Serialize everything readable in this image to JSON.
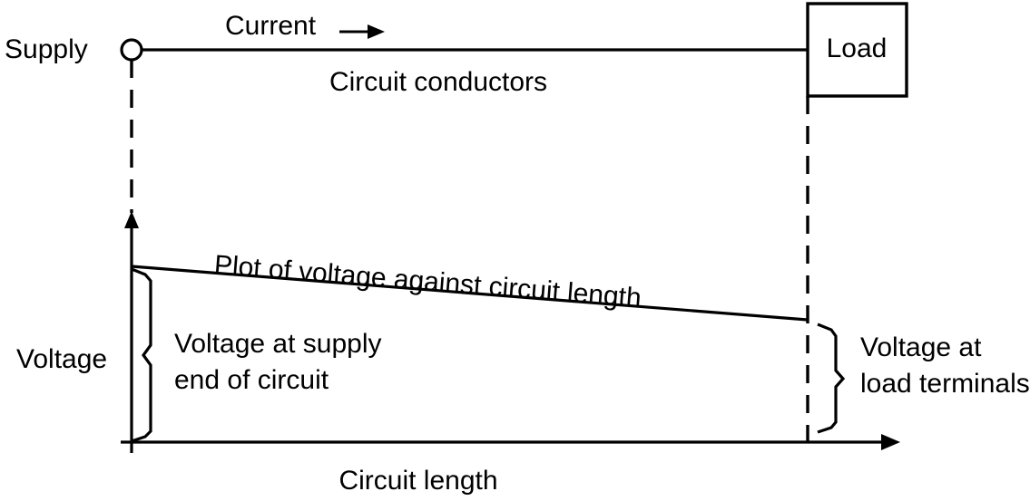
{
  "diagram": {
    "title": "Plot of voltage against circuit length",
    "type": "technical-schematic",
    "background_color": "#ffffff",
    "line_color": "#000000",
    "labels": {
      "supply": "Supply",
      "current": "Current",
      "circuit_conductors": "Circuit conductors",
      "load": "Load",
      "voltage_axis": "Voltage",
      "circuit_length_axis": "Circuit length",
      "plot_caption": "Plot of voltage against circuit length",
      "supply_bracket_line1": "Voltage at supply",
      "supply_bracket_line2": "end of circuit",
      "load_bracket_line1": "Voltage at",
      "load_bracket_line2": "load terminals"
    },
    "icons": {
      "current_arrow": "arrow-right-icon",
      "supply_terminal": "terminal-circle-icon",
      "voltage_axis_arrow": "arrow-up-icon",
      "length_axis_arrow": "arrow-right-icon",
      "supply_brace": "curly-brace-right-icon",
      "load_brace": "curly-brace-left-icon"
    }
  },
  "chart_data": {
    "type": "line",
    "title": "Plot of voltage against circuit length",
    "xlabel": "Circuit length",
    "ylabel": "Voltage",
    "grid": false,
    "legend": false,
    "x": [
      0,
      1
    ],
    "series": [
      {
        "name": "Plot of voltage against circuit length",
        "values": [
          1.0,
          0.77
        ]
      }
    ],
    "annotations": [
      {
        "text": "Voltage at supply end of circuit",
        "kind": "brace",
        "at_x": 0,
        "spans_y": [
          0,
          1.0
        ]
      },
      {
        "text": "Voltage at load terminals",
        "kind": "brace",
        "at_x": 1,
        "spans_y": [
          0,
          0.77
        ]
      }
    ],
    "xlim": [
      0,
      1.13
    ],
    "ylim": [
      0,
      1.3
    ]
  }
}
